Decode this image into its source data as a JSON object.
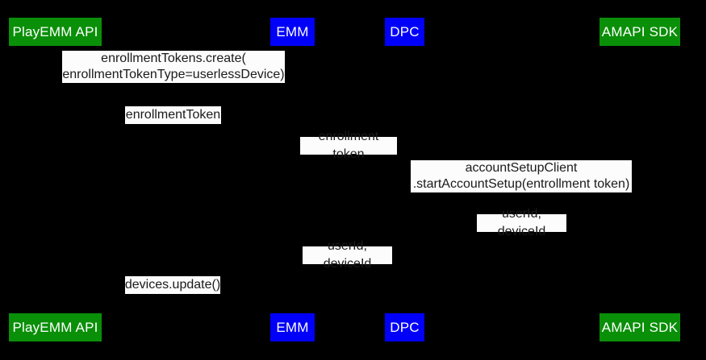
{
  "colors": {
    "background": "#000000",
    "green": "#0a8f08",
    "blue": "#0000fa",
    "label_bg": "#fcfcfc",
    "actor_text": "#ffffff",
    "message_text": "#1a1a1a"
  },
  "diagram": {
    "type": "sequence-diagram"
  },
  "actors": {
    "playemm_api": "PlayEMM API",
    "emm": "EMM",
    "dpc": "DPC",
    "amapi_sdk": "AMAPI SDK"
  },
  "messages": {
    "enrollment_tokens_create": "enrollmentTokens.create(\nenrollmentTokenType=userlessDevice)",
    "enrollment_token_return": "enrollmentToken",
    "enrollment_token_pass": "enrollment token",
    "account_setup_client": "accountSetupClient\n.startAccountSetup(entrollment token)",
    "user_device_id_1": "userId, deviceId",
    "user_device_id_2": "userId, deviceId",
    "devices_update": "devices.update()"
  }
}
